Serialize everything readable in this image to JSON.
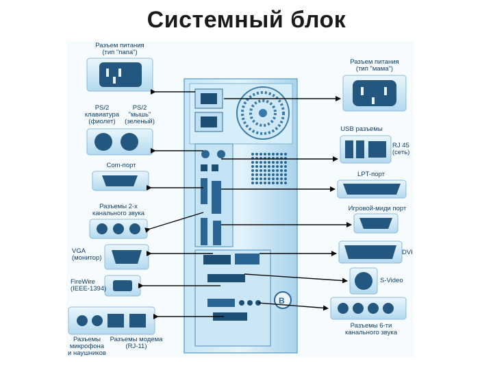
{
  "title": "Системный блок",
  "colors": {
    "accent": "#1f7fc1",
    "line": "#0a0a0a",
    "panel": "#bfe0f2"
  },
  "left_labels": {
    "power_female": {
      "line1": "Разъем питания",
      "line2": "(тип \"папа\")"
    },
    "ps2_keyboard": {
      "line1": "PS/2",
      "line2": "клавиатура",
      "line3": "(фиолет)"
    },
    "ps2_mouse": {
      "line1": "PS/2",
      "line2": "\"мышь\"",
      "line3": "(зеленый)"
    },
    "com_port": {
      "line1": "Com-порт"
    },
    "audio_2ch": {
      "line1": "Разъемы 2-х",
      "line2": "канального звука"
    },
    "vga": {
      "line1": "VGA",
      "line2": "(монитор)"
    },
    "firewire": {
      "line1": "FireWire",
      "line2": "(IEEE-1394)"
    },
    "mic_headphones": {
      "line1": "Разъемы",
      "line2": "микрофона",
      "line3": "и наушников"
    },
    "modem": {
      "line1": "Разъемы модема",
      "line2": "(RJ-11)"
    }
  },
  "right_labels": {
    "power_male": {
      "line1": "Разъем питания",
      "line2": "(тип \"мама\")"
    },
    "usb": {
      "line1": "USB разъемы"
    },
    "rj45": {
      "line1": "RJ 45",
      "line2": "(сеть)"
    },
    "lpt": {
      "line1": "LPT-порт"
    },
    "game_midi": {
      "line1": "Игровой-миди порт"
    },
    "dvi": {
      "line1": "DVI"
    },
    "svideo": {
      "line1": "S-Video"
    },
    "audio_6ch": {
      "line1": "Разъемы 6-ти",
      "line2": "канального звука"
    }
  }
}
